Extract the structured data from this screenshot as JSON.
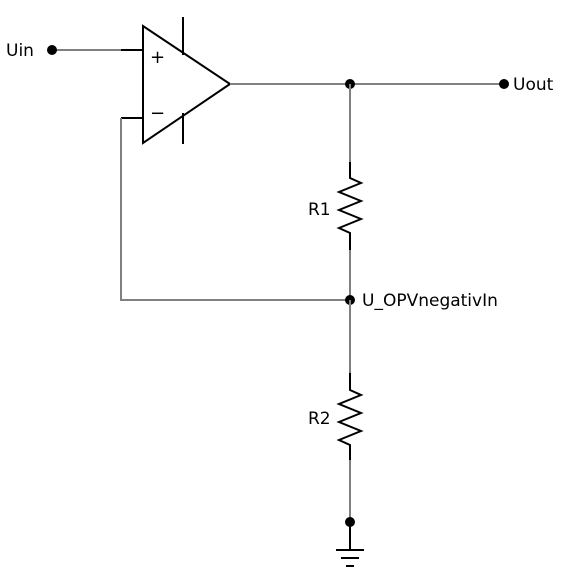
{
  "labels": {
    "uin": "Uin",
    "uout": "Uout",
    "r1": "R1",
    "r2": "R2",
    "node_negative_in": "U_OPVnegativIn"
  },
  "opamp": {
    "plus_sign": "+",
    "minus_sign": "−"
  }
}
